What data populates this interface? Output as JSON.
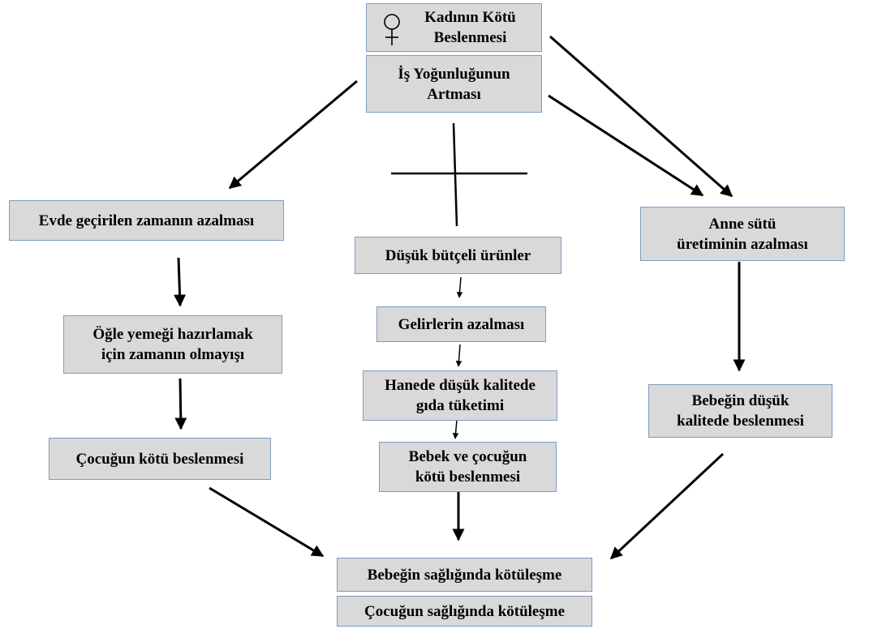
{
  "boxes": {
    "top_1": [
      "Kadının Kötü",
      "Beslenmesi"
    ],
    "top_2": [
      "İş Yoğunluğunun",
      "Artması"
    ],
    "left_1": [
      "Evde geçirilen zamanın azalması"
    ],
    "left_2": [
      "Öğle yemeği hazırlamak",
      "için zamanın olmayışı"
    ],
    "left_3": [
      "Çocuğun kötü beslenmesi"
    ],
    "mid_1": [
      "Düşük bütçeli ürünler"
    ],
    "mid_2": [
      "Gelirlerin azalması"
    ],
    "mid_3": [
      "Hanede düşük kalitede",
      "gıda tüketimi"
    ],
    "mid_4": [
      "Bebek ve çocuğun",
      "kötü beslenmesi"
    ],
    "right_1": [
      "Anne sütü",
      "üretiminin azalması"
    ],
    "right_2": [
      "Bebeğin düşük",
      "kalitede beslenmesi"
    ],
    "bottom_1": [
      "Bebeğin sağlığında kötüleşme"
    ],
    "bottom_2": [
      "Çocuğun sağlığında kötüleşme"
    ]
  },
  "icons": {
    "top_1": "female-symbol-icon"
  },
  "colors": {
    "box_fill": "#d9d9d9",
    "box_border": "#7f9bbd",
    "line": "#000000"
  }
}
